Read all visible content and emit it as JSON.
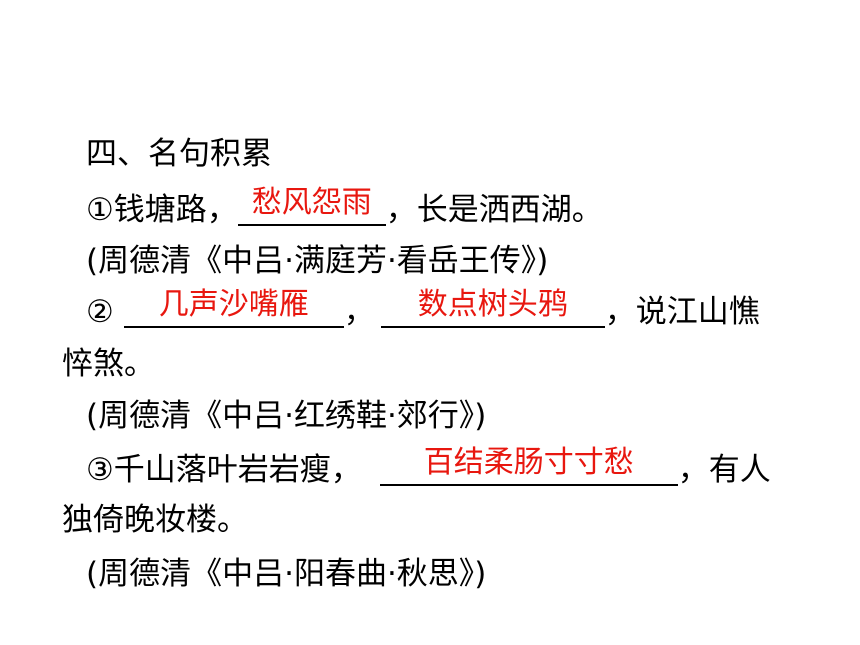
{
  "section_title": "四、名句积累",
  "q1": {
    "prefix": "①钱塘路，",
    "answer": "愁风怨雨",
    "suffix": "，长是洒西湖。",
    "source": "(周德清《中吕·满庭芳·看岳王传》)"
  },
  "q2": {
    "prefix": "②",
    "answer1": "几声沙嘴雁",
    "separator": "，",
    "answer2": "数点树头鸦",
    "suffix": "，说江山憔",
    "continuation": "悴煞。",
    "source": "(周德清《中吕·红绣鞋·郊行》)"
  },
  "q3": {
    "prefix": "③千山落叶岩岩瘦，",
    "answer": "百结柔肠寸寸愁",
    "suffix": "，有人",
    "continuation": "独倚晚妆楼。",
    "source": "(周德清《中吕·阳春曲·秋思》)"
  },
  "colors": {
    "text": "#000000",
    "answer": "#e8170f",
    "background": "#ffffff"
  }
}
